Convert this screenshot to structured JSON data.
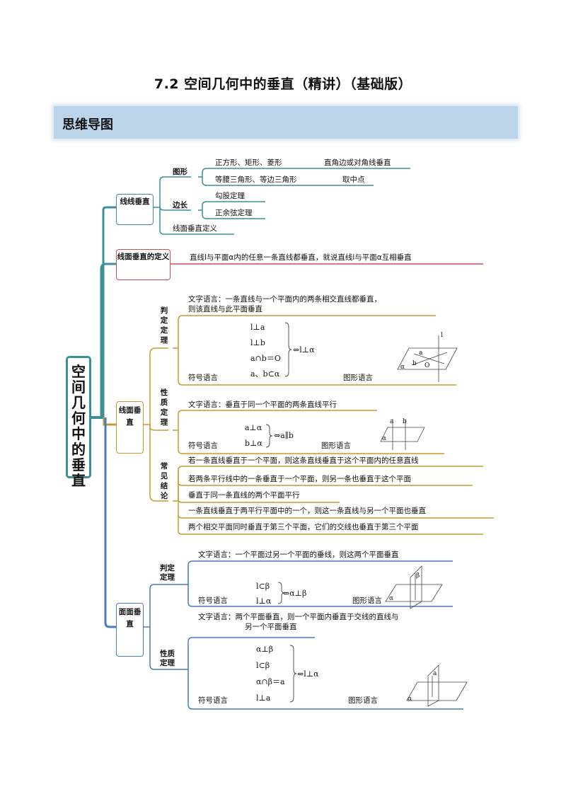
{
  "title": "7.2 空间几何中的垂直（精讲）（基础版）",
  "section": "思维导图",
  "root": "空间几何中的垂直",
  "line_line": {
    "label": "线线垂直",
    "shape_label": "图形",
    "shape_item1": "正方形、矩形、菱形",
    "shape_item1_note": "直角边或对角线垂直",
    "shape_item2": "等腰三角形、等边三角形",
    "shape_item2_note": "取中点",
    "side_label": "边长",
    "side_item1": "勾股定理",
    "side_item2": "正余弦定理",
    "def_item": "线面垂直定义"
  },
  "line_plane_def": {
    "label": "线面垂直的定义",
    "text": "直线l与平面α内的任意一条直线都垂直，就说直线l与平面α互相垂直"
  },
  "line_plane": {
    "label": "线面垂直",
    "judge_label": "判定定理",
    "judge_text1": "文字语言：一条直线与一个平面内的两条相交直线都垂直，",
    "judge_text2": "则该直线与此平面垂直",
    "judge_sym": [
      "l⊥a",
      "l⊥b",
      "a∩b＝O",
      "a、b⊂α"
    ],
    "judge_result": "⇔l⊥α",
    "symbol_label": "符号语言",
    "figure_label": "图形语言",
    "prop_label": "性质定理",
    "prop_text": "文字语言：垂直于同一个平面的两条直线平行",
    "prop_sym": [
      "a⊥α",
      "b⊥α"
    ],
    "prop_result": "⇔a∥b",
    "conc_label": "常见结论",
    "conclusions": [
      "若一条直线垂直于一个平面，则这条直线垂直于这个平面内的任意直线",
      "若两条平行线中的一条垂直于一个平面，则另一条也垂直于这个平面",
      "垂直于同一条直线的两个平面平行",
      "一条直线垂直于两平行平面中的一个，则这一条直线与另一个平面也垂直",
      "两个相交平面同时垂直于第三个平面，它们的交线也垂直于第三个平面"
    ]
  },
  "plane_plane": {
    "label": "面面垂直",
    "judge_label": "判定定理",
    "judge_text": "文字语言：一个平面过另一个平面的垂线，则这两个平面垂直",
    "judge_sym": [
      "l⊂β",
      "l⊥α"
    ],
    "judge_result": "⇔α⊥β",
    "prop_label": "性质定理",
    "prop_text1": "文字语言：两个平面垂直，则一个平面内垂直于交线的直线与",
    "prop_text2": "另一个平面垂直",
    "prop_sym": [
      "α⊥β",
      "l⊂β",
      "α∩β＝a",
      "l⊥a"
    ],
    "prop_result": "⇔l⊥α",
    "symbol_label": "符号语言",
    "figure_label": "图形语言"
  },
  "figure_letters": {
    "l": "l",
    "a": "a",
    "b": "b",
    "O": "O",
    "alpha": "α",
    "beta": "β"
  },
  "colors": {
    "teal": "#3c8f95",
    "red": "#c0505a",
    "gold": "#c89a2e",
    "blue": "#4a7ac2",
    "green": "#3c9b8a"
  }
}
